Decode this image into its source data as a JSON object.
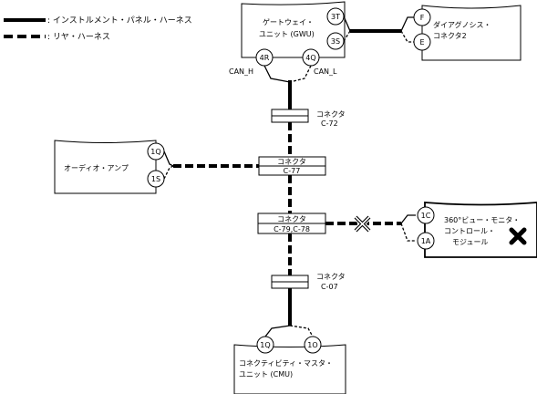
{
  "legend": {
    "instrument_panel": ": インストルメント・パネル・ハーネス",
    "rear": ": リヤ・ハーネス"
  },
  "gateway": {
    "line1": "ゲートウェイ・",
    "line2": "ユニット (GWU)",
    "pins": {
      "p3t": "3T",
      "p3s": "3S",
      "p4r": "4R",
      "p4q": "4Q"
    },
    "can_h": "CAN_H",
    "can_l": "CAN_L"
  },
  "diag": {
    "line1": "ダイアグノシス・",
    "line2": "コネクタ2",
    "pins": {
      "f": "F",
      "e": "E"
    }
  },
  "audio": {
    "label": "オーディオ・アンプ",
    "pins": {
      "p1q": "1Q",
      "p1s": "1S"
    }
  },
  "c72": {
    "line1": "コネクタ",
    "line2": "C-72"
  },
  "c77": {
    "line1": "コネクタ",
    "line2": "C-77"
  },
  "c79": {
    "line1": "コネクタ",
    "line2": "C-79,C-78"
  },
  "c07": {
    "line1": "コネクタ",
    "line2": "C-07"
  },
  "view360": {
    "line1": "360°ビュー・モニタ・",
    "line2": "コントロール・",
    "line3": "モジュール",
    "pins": {
      "p1c": "1C",
      "p1a": "1A"
    },
    "fault_icon": "x-mark-icon"
  },
  "cmu": {
    "line1": "コネクティビティ・マスタ・",
    "line2": "ユニット (CMU)",
    "pins": {
      "p1q": "1Q",
      "p1o": "1O"
    }
  }
}
